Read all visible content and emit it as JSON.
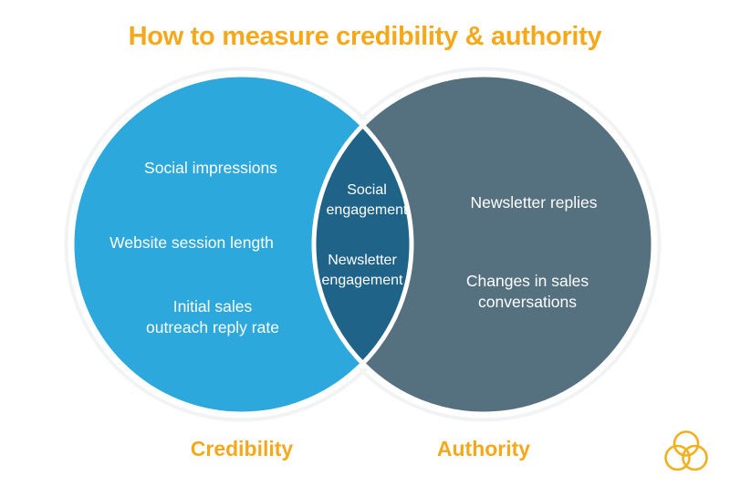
{
  "title": "How to measure credibility & authority",
  "colors": {
    "title": "#F6A81C",
    "label": "#F6A81C",
    "left_circle": "#2CA8DC",
    "right_circle": "#55707F",
    "overlap": "#1F6389",
    "separator": "#FFFFFF",
    "outer_ring": "#F2F4F5",
    "item_text": "#FFFFFF",
    "logo": "#F2B01E",
    "background": "#FFFFFF"
  },
  "venn": {
    "left": {
      "label": "Credibility",
      "items": [
        "Social impressions",
        "Website session length",
        "Initial sales\noutreach reply rate"
      ]
    },
    "overlap": {
      "items": [
        "Social\nengagement",
        "Newsletter\nengagement"
      ]
    },
    "right": {
      "label": "Authority",
      "items": [
        "Newsletter replies",
        "Changes in sales\nconversations"
      ]
    }
  },
  "logo": {
    "name": "trefoil-rings-logo"
  }
}
